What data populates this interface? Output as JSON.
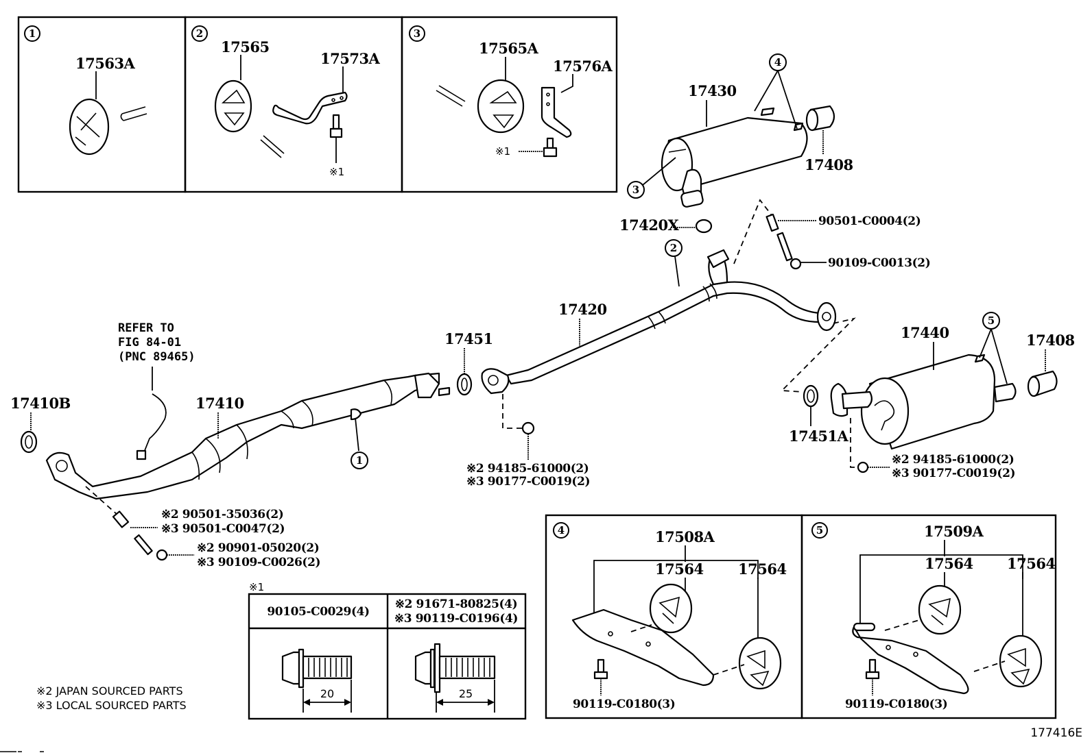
{
  "figure_id": "177416E",
  "panels": [
    {
      "callout": "1",
      "parts": [
        "17563A"
      ]
    },
    {
      "callout": "2",
      "parts": [
        "17565",
        "17573A"
      ],
      "fastener_ref": "※1"
    },
    {
      "callout": "3",
      "parts": [
        "17565A",
        "17576A"
      ],
      "fastener_ref": "※1"
    }
  ],
  "main": {
    "muffler_front": "17430",
    "muffler_front_callouts": [
      "4",
      "3"
    ],
    "tail_pipe_top": "17408",
    "gasket_x": "17420X",
    "bolt_spring_top": "90501-C0004(2)",
    "bolt_top": "90109-C0013(2)",
    "callout_2": "2",
    "center_pipe": "17420",
    "gasket_17451": "17451",
    "refer_to": [
      "REFER TO",
      "FIG 84-01",
      "(PNC 89465)"
    ],
    "front_gasket": "17410B",
    "front_pipe": "17410",
    "callout_1": "1",
    "nut_center": [
      "※2 94185-61000(2)",
      "※3 90177-C0019(2)"
    ],
    "spring_front": [
      "※2 90501-35036(2)",
      "※3 90501-C0047(2)"
    ],
    "bolt_front": [
      "※2 90901-05020(2)",
      "※3 90109-C0026(2)"
    ],
    "muffler_rear": "17440",
    "muffler_rear_callout": "5",
    "tail_pipe_rear": "17408",
    "gasket_rear": "17451A",
    "nut_rear": [
      "※2 94185-61000(2)",
      "※3 90177-C0019(2)"
    ]
  },
  "bolt_table": {
    "title": "※1",
    "columns": [
      {
        "part_lines": [
          "90105-C0029(4)"
        ],
        "length": "20"
      },
      {
        "part_lines": [
          "※2 91671-80825(4)",
          "※3 90119-C0196(4)"
        ],
        "length": "25"
      }
    ]
  },
  "legend": [
    "※2 JAPAN SOURCED PARTS",
    "※3 LOCAL SOURCED PARTS"
  ],
  "bracket_panels": [
    {
      "callout": "4",
      "assembly": "17508A",
      "parts": [
        "17564",
        "17564"
      ],
      "bolt": "90119-C0180(3)"
    },
    {
      "callout": "5",
      "assembly": "17509A",
      "parts": [
        "17564",
        "17564"
      ],
      "bolt": "90119-C0180(3)"
    }
  ]
}
